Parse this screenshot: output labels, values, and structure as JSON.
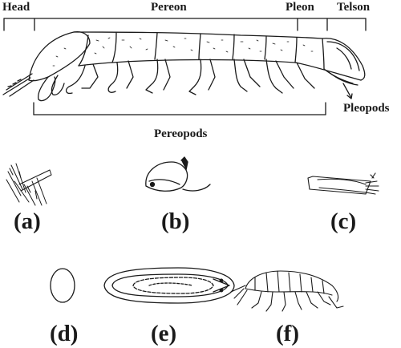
{
  "regions": {
    "head": "Head",
    "pereon": "Pereon",
    "pleon": "Pleon",
    "telson": "Telson",
    "pereopods": "Pereopods",
    "pleopods": "Pleopods"
  },
  "panels": {
    "a": "(a)",
    "b": "(b)",
    "c": "(c)",
    "d": "(d)",
    "e": "(e)",
    "f": "(f)"
  },
  "colors": {
    "ink": "#1a1a1a",
    "background": "#ffffff"
  }
}
